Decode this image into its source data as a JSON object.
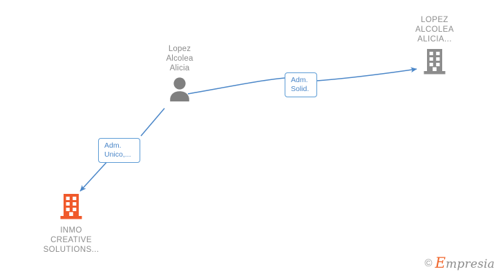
{
  "graph": {
    "background_color": "#ffffff",
    "edge_color": "#4a86c8",
    "nodes": [
      {
        "id": "person-lopez-alcolea-alicia",
        "icon": "person-icon",
        "icon_color": "#808080",
        "label": "Lopez\nAlcolea\nAlicia",
        "type": "person"
      },
      {
        "id": "company-lopez-alcolea-alicia",
        "icon": "building-icon",
        "icon_color": "#8c8c8c",
        "label": "LOPEZ\nALCOLEA\nALICIA...",
        "type": "company"
      },
      {
        "id": "company-inmo-creative-solutions",
        "icon": "building-icon",
        "icon_color": "#f0592b",
        "label": "INMO\nCREATIVE\nSOLUTIONS...",
        "type": "company"
      }
    ],
    "edges": [
      {
        "id": "edge-adm-solid",
        "from": "person-lopez-alcolea-alicia",
        "to": "company-lopez-alcolea-alicia",
        "label": "Adm.\nSolid.",
        "label_color": "#4a86c8",
        "border_color": "#5b9bd5"
      },
      {
        "id": "edge-adm-unico",
        "from": "person-lopez-alcolea-alicia",
        "to": "company-inmo-creative-solutions",
        "label": "Adm.\nUnico,...",
        "label_color": "#4a86c8",
        "border_color": "#5b9bd5"
      }
    ]
  },
  "watermark": {
    "copyright": "©",
    "brand_initial": "E",
    "brand_rest": "mpresia",
    "brand_color": "#f0662b"
  }
}
